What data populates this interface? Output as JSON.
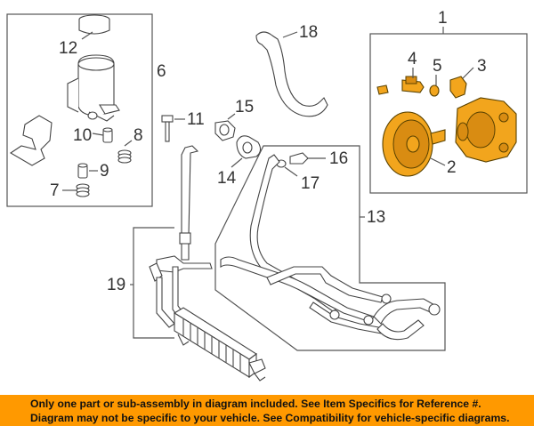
{
  "callouts": {
    "c1": "1",
    "c2": "2",
    "c3": "3",
    "c4": "4",
    "c5": "5",
    "c6": "6",
    "c7": "7",
    "c8": "8",
    "c9": "9",
    "c10": "10",
    "c11": "11",
    "c12": "12",
    "c13": "13",
    "c14": "14",
    "c15": "15",
    "c16": "16",
    "c17": "17",
    "c18": "18",
    "c19": "19"
  },
  "disclaimer": {
    "line1": "Only one part or sub-assembly in diagram included. See Item Specifics for Reference #.",
    "line2": "Diagram may not be specific to your vehicle. See Compatibility for vehicle-specific diagrams."
  },
  "colors": {
    "highlight_part": "#f2a51d",
    "disclaimer_bar": "#ff9900"
  }
}
